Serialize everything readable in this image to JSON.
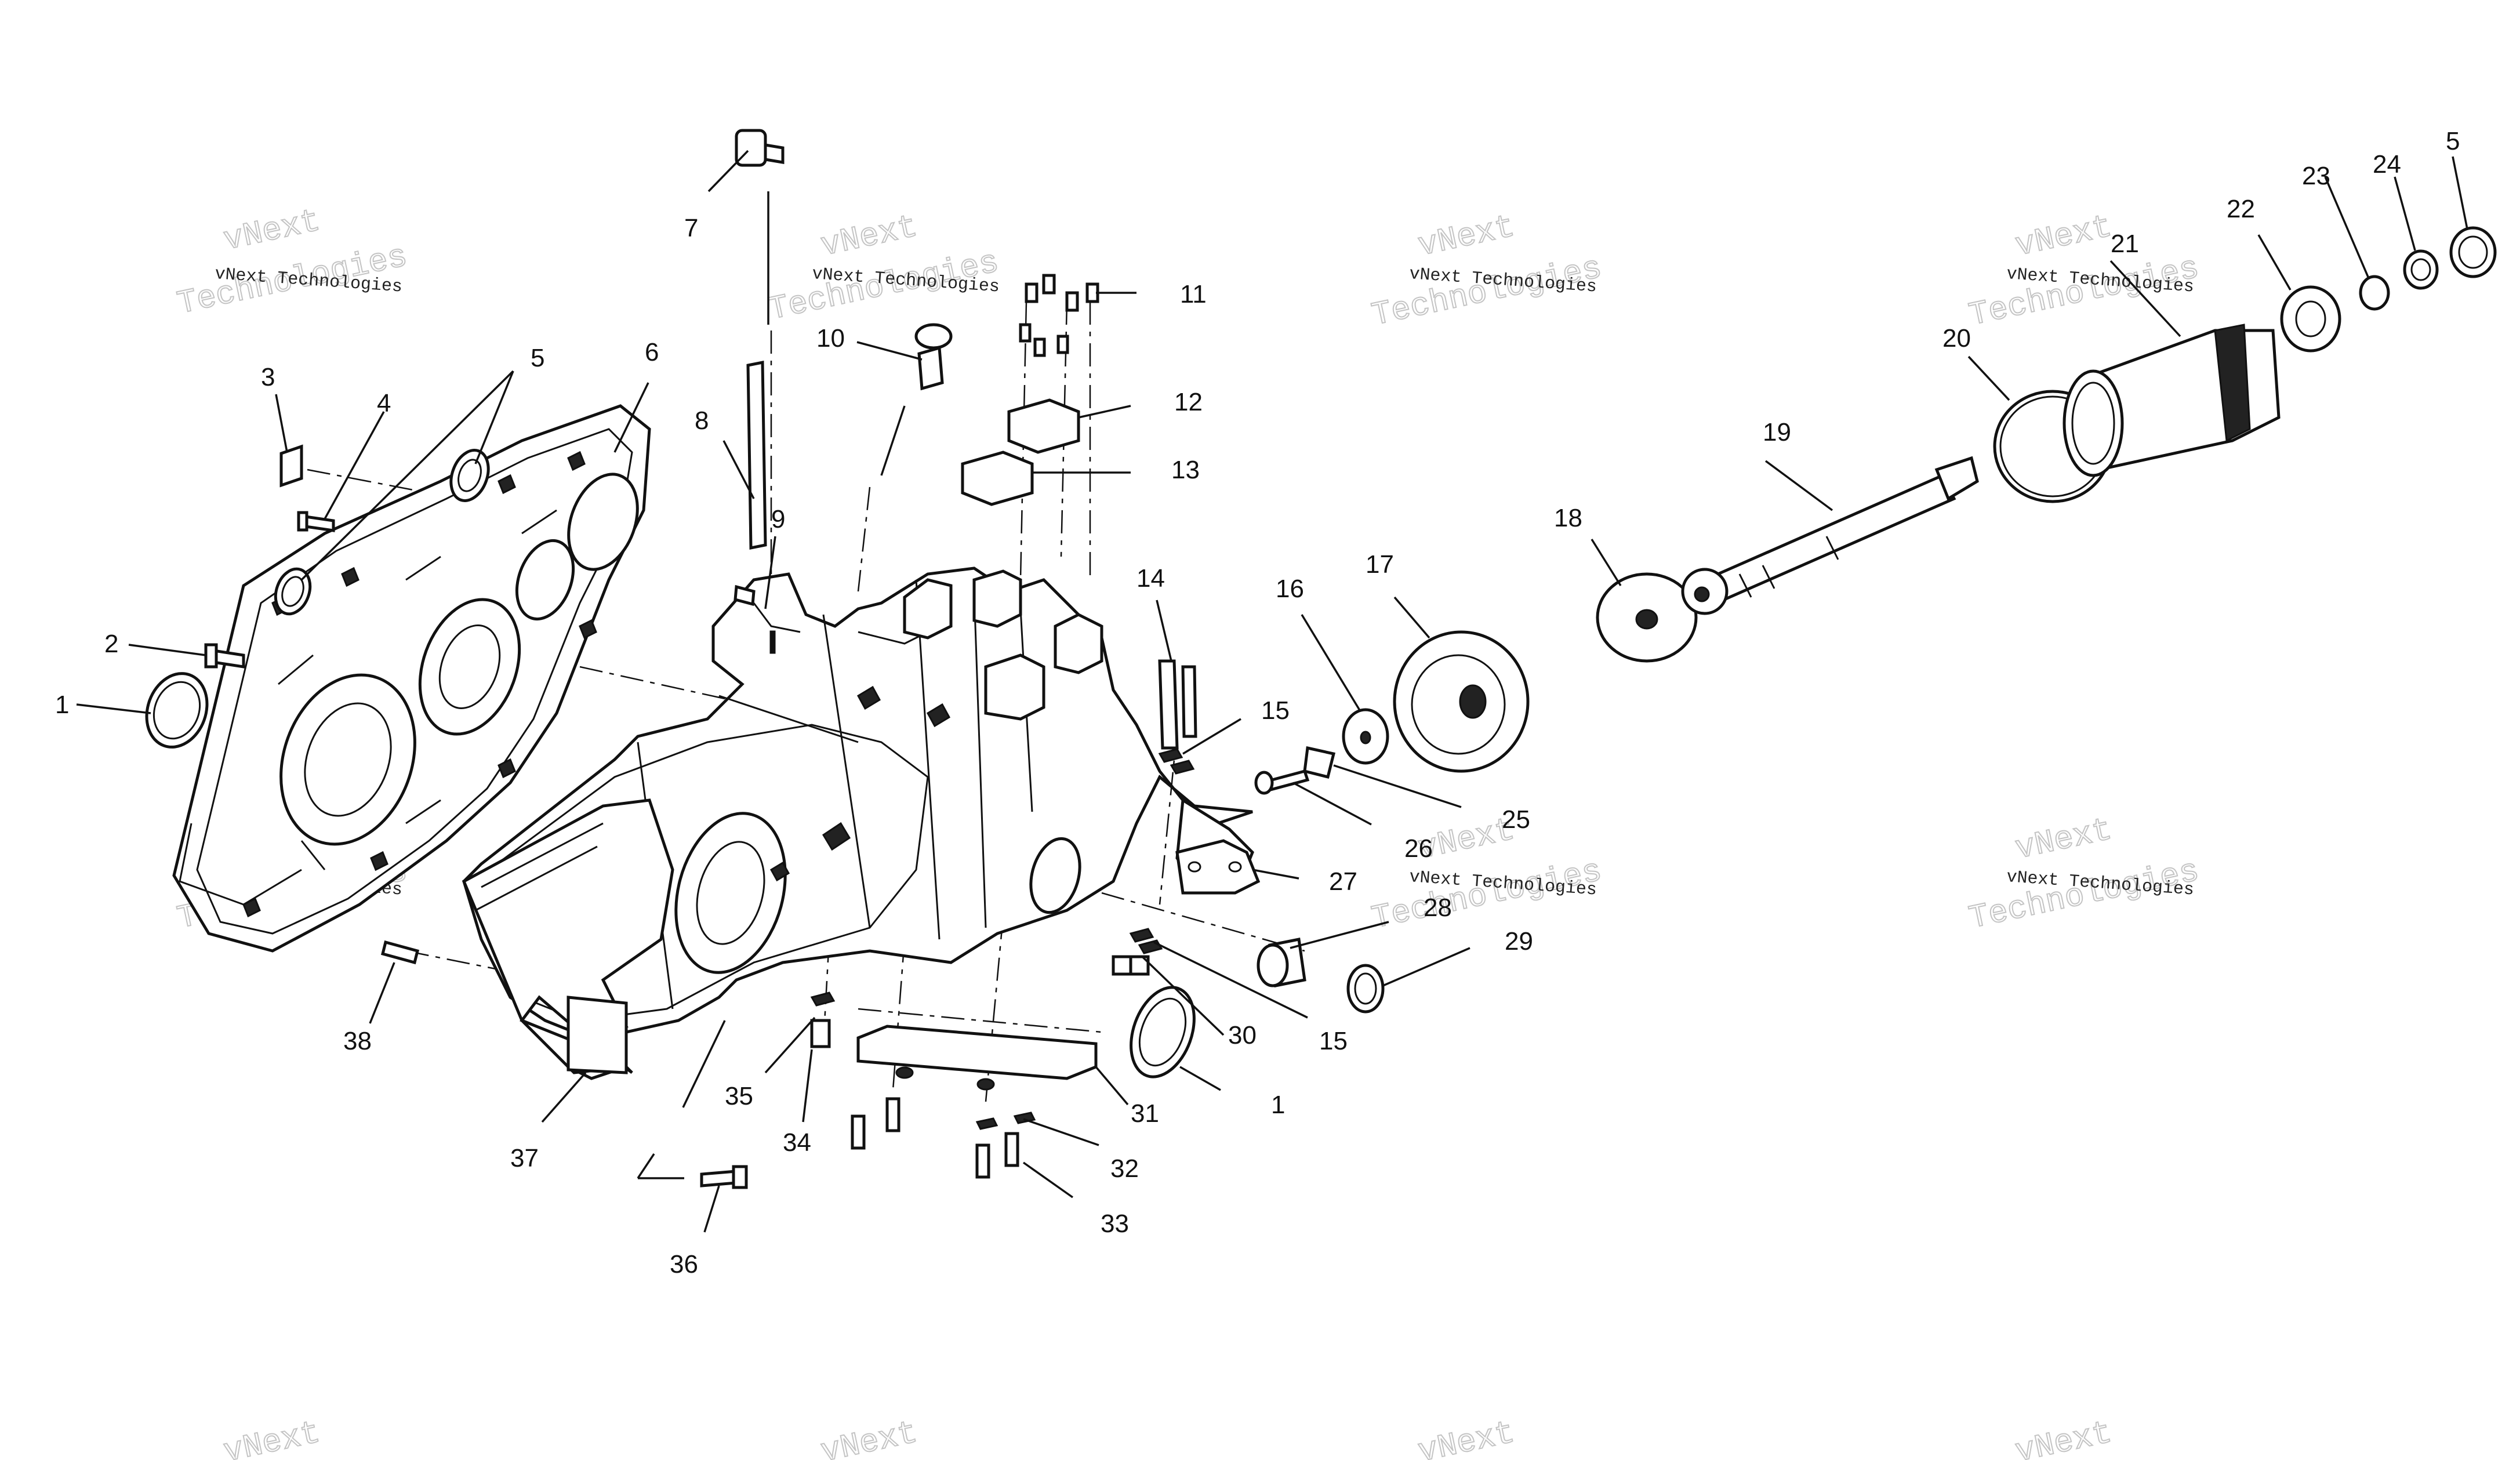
{
  "diagram": {
    "watermark_text_1": "vNext",
    "watermark_text_2": "Technologies",
    "watermark_line": "vNext Technologies",
    "callouts": [
      "1",
      "2",
      "3",
      "4",
      "5",
      "6",
      "7",
      "8",
      "9",
      "10",
      "11",
      "12",
      "13",
      "14",
      "15",
      "16",
      "17",
      "18",
      "19",
      "20",
      "21",
      "22",
      "23",
      "24",
      "25",
      "26",
      "27",
      "28",
      "29",
      "30",
      "31",
      "32",
      "33",
      "34",
      "35",
      "36",
      "37",
      "38"
    ],
    "colors": {
      "ink": "#111111",
      "paper": "#ffffff",
      "watermark": "#c4c4c4"
    }
  }
}
